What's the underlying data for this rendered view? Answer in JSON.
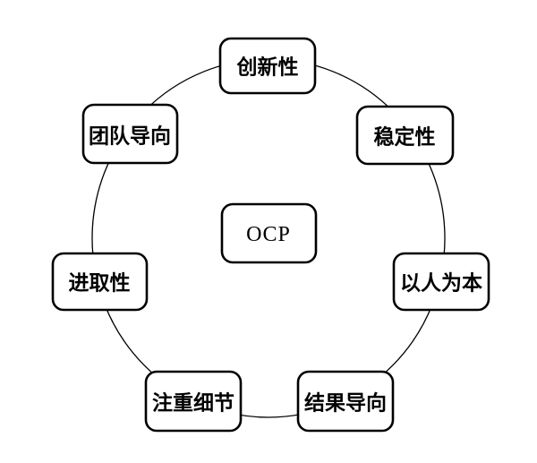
{
  "diagram": {
    "title": "OCP organizational culture profile cycle diagram",
    "center": {
      "label": "OCP"
    },
    "nodes": [
      {
        "label": "创新性",
        "position": "top"
      },
      {
        "label": "稳定性",
        "position": "top-right"
      },
      {
        "label": "以人为本",
        "position": "right"
      },
      {
        "label": "结果导向",
        "position": "bottom-right"
      },
      {
        "label": "注重细节",
        "position": "bottom-left"
      },
      {
        "label": "进取性",
        "position": "left"
      },
      {
        "label": "团队导向",
        "position": "top-left"
      }
    ],
    "colors": {
      "stroke": "#000000",
      "node_fill": "#ffffff",
      "background": "#ffffff"
    }
  }
}
